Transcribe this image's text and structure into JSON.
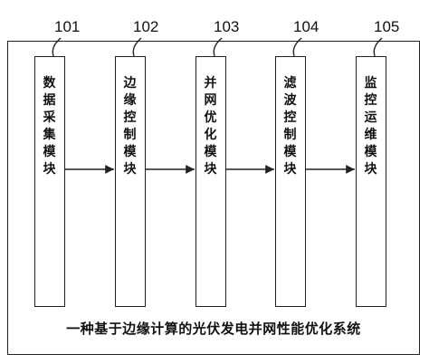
{
  "modules": [
    {
      "ref": "101",
      "label": "数据采集模块"
    },
    {
      "ref": "102",
      "label": "边缘控制模块"
    },
    {
      "ref": "103",
      "label": "并网优化模块"
    },
    {
      "ref": "104",
      "label": "滤波控制模块"
    },
    {
      "ref": "105",
      "label": "监控运维模块"
    }
  ],
  "caption": "一种基于边缘计算的光伏发电并网性能优化系统"
}
